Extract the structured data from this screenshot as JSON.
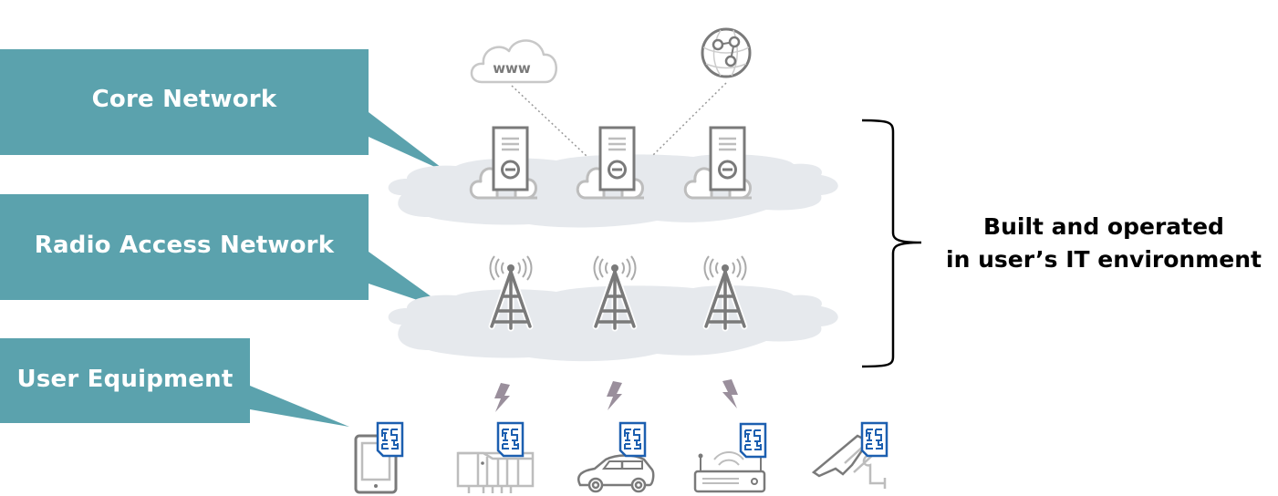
{
  "callouts": {
    "core_network": "Core Network",
    "radio_access_network": "Radio Access Network",
    "user_equipment": "User Equipment"
  },
  "bracket_label": {
    "line1": "Built and operated",
    "line2": "in user’s IT environment"
  },
  "internet_cloud": {
    "text": "www"
  },
  "core_servers": [
    {
      "name": "server-1"
    },
    {
      "name": "server-2"
    },
    {
      "name": "server-3"
    }
  ],
  "towers": [
    {
      "name": "tower-1"
    },
    {
      "name": "tower-2"
    },
    {
      "name": "tower-3"
    }
  ],
  "devices": [
    {
      "name": "tablet",
      "sim": true,
      "signal": false
    },
    {
      "name": "industrial-controller",
      "sim": true,
      "signal": true
    },
    {
      "name": "car",
      "sim": true,
      "signal": true
    },
    {
      "name": "router",
      "sim": true,
      "signal": true
    },
    {
      "name": "security-camera",
      "sim": true,
      "signal": false
    }
  ],
  "colors": {
    "callout": "#5ba2ad",
    "cloud_fill": "#e6e9ed",
    "icon_gray": "#7a7a7a",
    "light_gray": "#bdbdbd",
    "sim_blue": "#1c5fb0",
    "bolt": "#9a8f9c"
  }
}
